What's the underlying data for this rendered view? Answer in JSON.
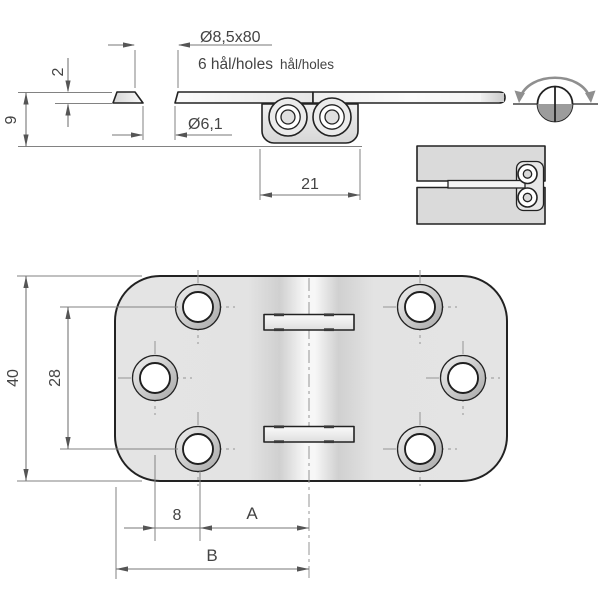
{
  "side_view": {
    "thickness": "2",
    "height": "9",
    "countersink_spec": "Ø8,5x80",
    "holes_note": "6 hål/holes",
    "holes_note_small": "hål/holes",
    "hole_diameter": "Ø6,1",
    "knuckle_width": "21"
  },
  "plan_view": {
    "total_width": "40",
    "hole_pitch": "28",
    "hole_offset": "8",
    "dim_a": "A",
    "dim_b": "B"
  },
  "colors": {
    "part_fill": "#e4e4e4",
    "outline": "#222222",
    "dimension_line": "#777777",
    "text": "#444444",
    "symbol_half_fill": "#9c9c9c"
  }
}
